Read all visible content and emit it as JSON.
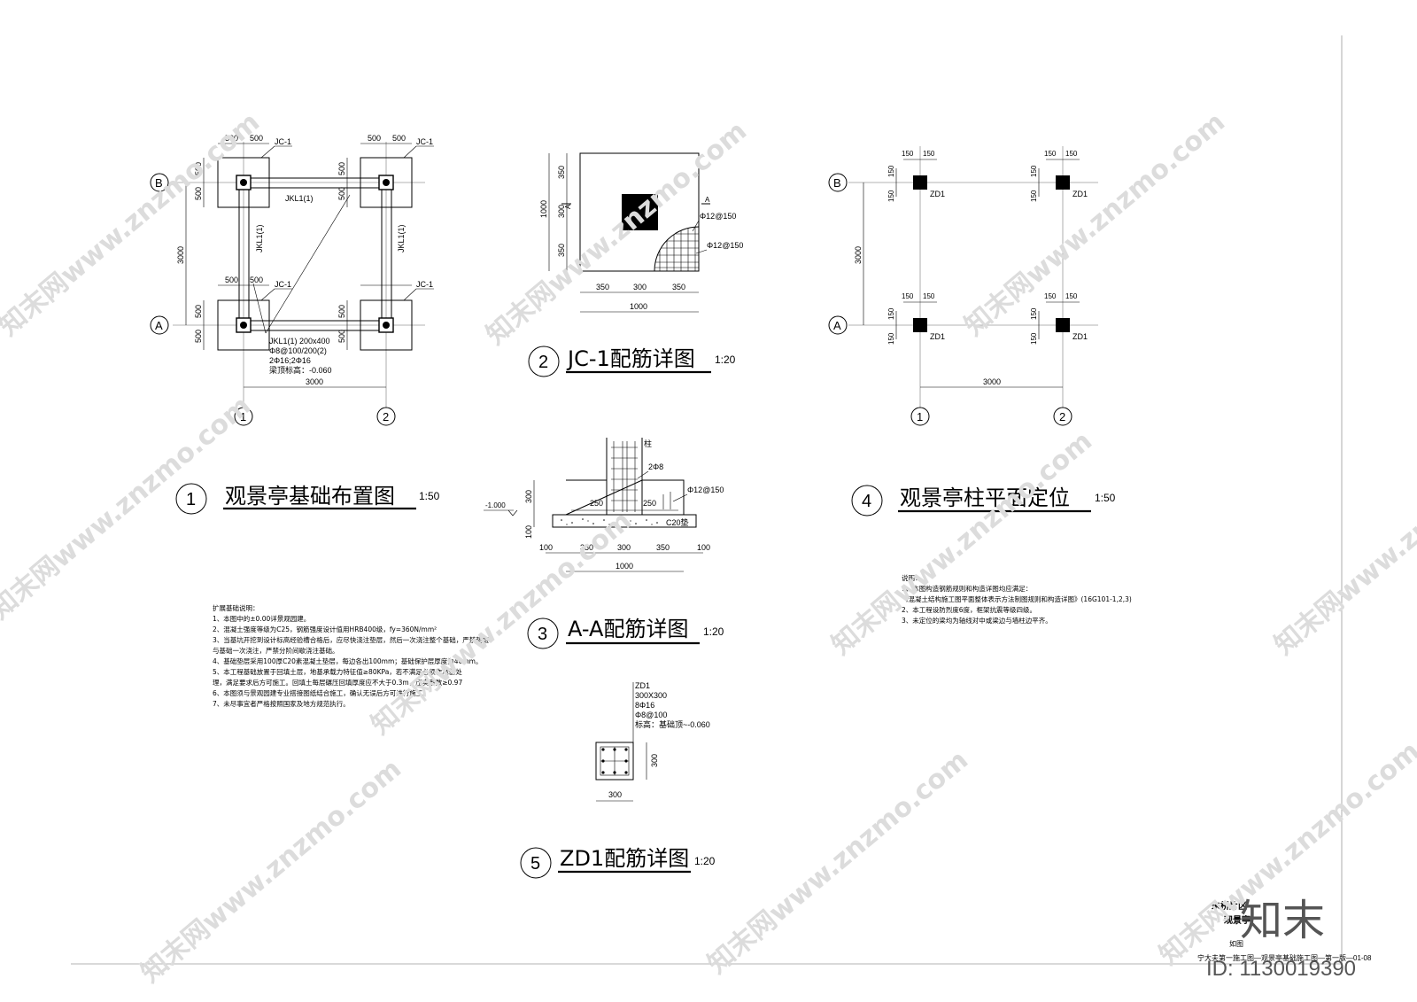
{
  "foundation_plan": {
    "dims_top": [
      "500",
      "500"
    ],
    "dims_side": [
      "500",
      "500"
    ],
    "footing_label": "JC-1",
    "beam_label": "JKL1(1)",
    "beam_spec": [
      "JKL1(1) 200x400",
      "Φ8@100/200(2)",
      "2Φ16;2Φ16",
      "梁顶标高：-0.060"
    ],
    "span": "3000",
    "axis_b": "B",
    "axis_a": "A",
    "axis_1": "1",
    "axis_2": "2",
    "num": "1",
    "title": "观景亭基础布置图",
    "scale": "1:50"
  },
  "jc1_detail": {
    "dims": [
      "350",
      "300",
      "350"
    ],
    "total": "1000",
    "section_mark": "A",
    "rebar1": "Φ12@150",
    "rebar2": "Φ12@150",
    "num": "2",
    "title": "JC-1配筋详图",
    "scale": "1:20"
  },
  "aa_detail": {
    "col_label": "柱",
    "stirrup": "2Φ8",
    "rebar": "Φ12@150",
    "offset1": "250",
    "offset2": "250",
    "height": "300",
    "bed": "100",
    "level": "-1.000",
    "concrete": "C20垫",
    "dims": [
      "100",
      "350",
      "300",
      "350",
      "100"
    ],
    "total": "1000",
    "num": "3",
    "title": "A-A配筋详图",
    "scale": "1:20"
  },
  "column_plan": {
    "dim": "150",
    "label": "ZD1",
    "span_v": "3000",
    "span_h": "3000",
    "axis_b": "B",
    "axis_a": "A",
    "axis_1": "1",
    "axis_2": "2",
    "num": "4",
    "title": "观景亭柱平面定位",
    "scale": "1:50"
  },
  "zd1_detail": {
    "spec": [
      "ZD1",
      "300X300",
      "8Φ16",
      "Φ8@100",
      "标高：基础顶~-0.060"
    ],
    "dim_h": "300",
    "dim_v": "300",
    "num": "5",
    "title": "ZD1配筋详图",
    "scale": "1:20"
  },
  "notes_foundation": [
    "扩展基础说明：",
    "1、本图中的±0.00详景观园建。",
    "2、混凝土强度等级为C25，钢筋强度设计值用HRB400级，fy=360N/mm²",
    "3、当基坑开挖到设计标高经验槽合格后，应尽快浇注垫层，然后一次浇注整个基础，严禁垫层",
    "与基础一次浇注，严禁分阶间歇浇注基础。",
    "4、基础垫层采用100厚C20素混凝土垫层，每边各出100mm；基础保护层厚度为40mm。",
    "5、本工程基础放置于回填土层，地基承载力特征值≥80KPa，若不满足必须作地基处",
    "理，满足要求后方可施工。回填土每层碾压回填厚度应不大于0.3m，压实系数≥0.97",
    "6、本图须与景观园建专业搭接图纸结合施工，确认无误后方可进行施工。",
    "7、未尽事宜者严格按照国家及地方规范执行。"
  ],
  "notes_column": [
    "说明：",
    "1、本图构造钢筋规则和构造详图均应满足：",
    "《混凝土结构施工图平面整体表示方法制图规则和构造详图》(16G101-1,2,3)",
    "2、本工程设防烈度6度，框架抗震等级四级。",
    "3、未定位的梁均为轴线对中或梁边与墙柱边平齐。"
  ],
  "title_block": [
    "朱桥片区",
    "观景亭",
    "如图"
  ],
  "title_block_bottom": "宁大夫第一施工图—观景亭基础施工图—第一版—01-08",
  "watermark": "知末网www.znzmo.com",
  "logo": "知末",
  "id_text": "ID: 1130019390"
}
